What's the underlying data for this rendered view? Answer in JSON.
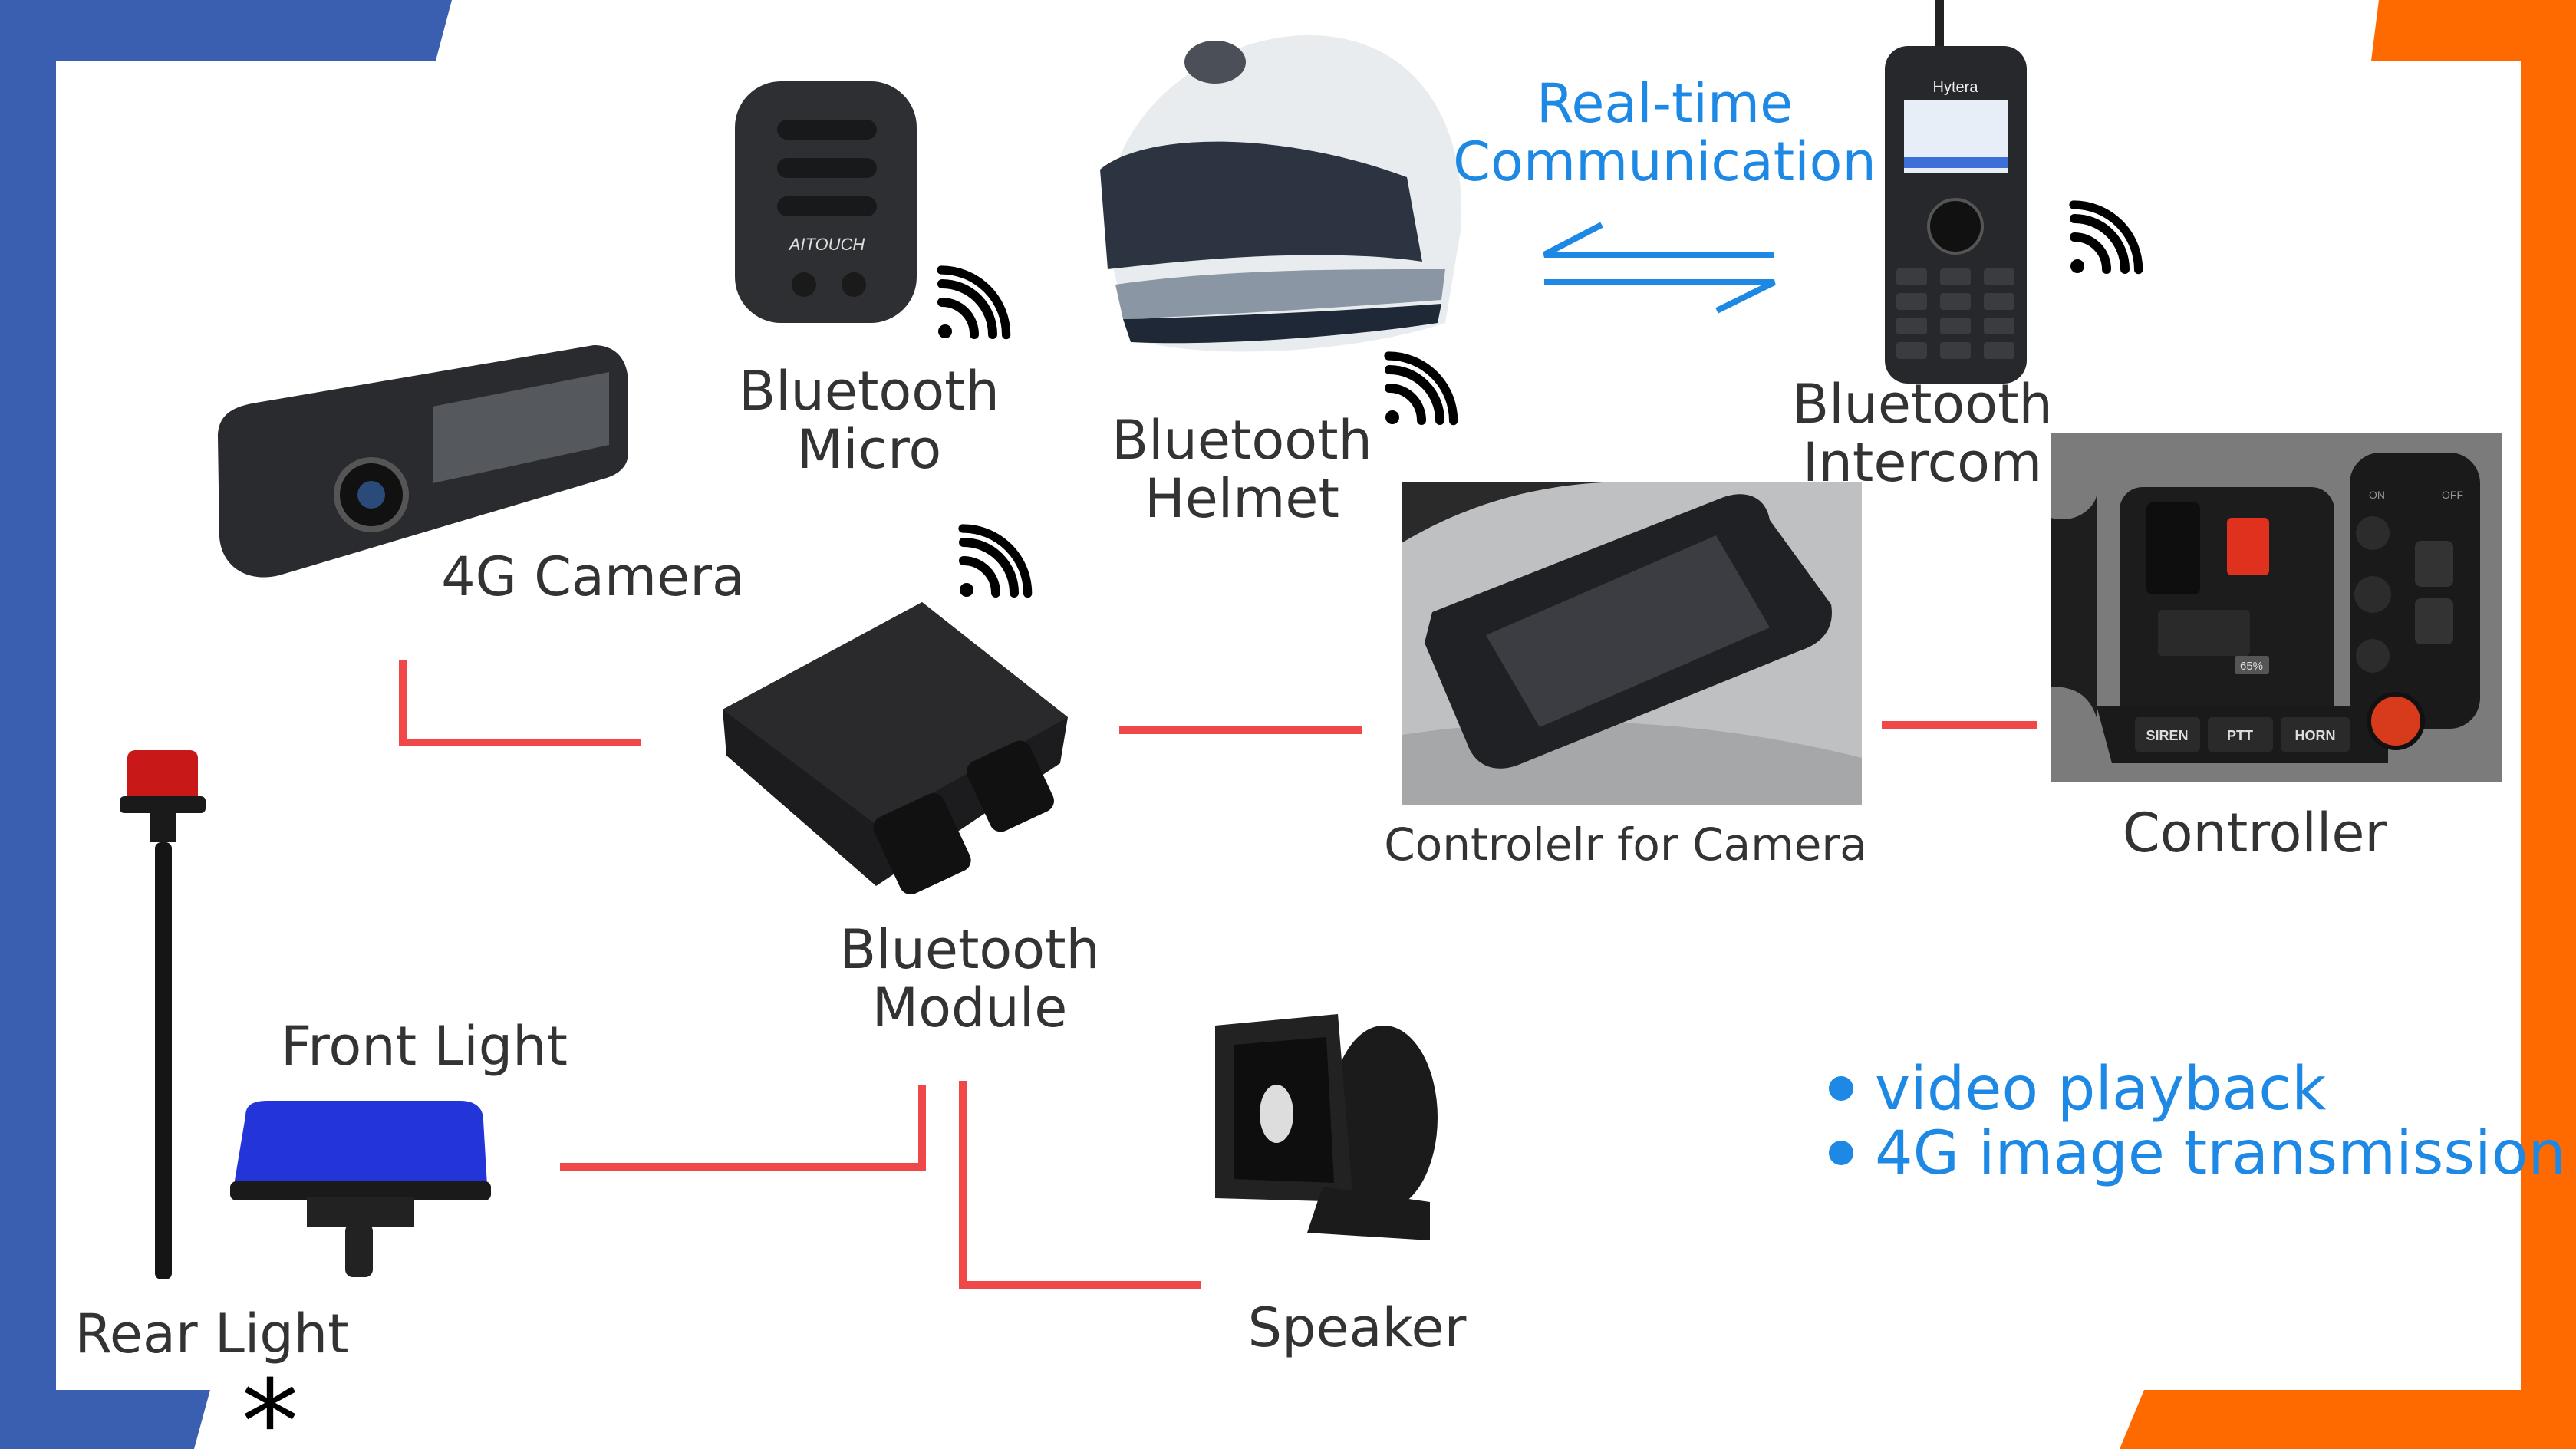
{
  "labels": {
    "micro": [
      "Bluetooth",
      "Micro"
    ],
    "helmet": [
      "Bluetooth",
      "Helmet"
    ],
    "realtime": [
      "Real-time",
      "Communication"
    ],
    "intercom": [
      "Bluetooth",
      "Intercom"
    ],
    "camera": "4G Camera",
    "controller_for_camera": "Controlelr for Camera",
    "controller": "Controller",
    "module": [
      "Bluetooth",
      "Module"
    ],
    "front_light": "Front Light",
    "rear_light": "Rear Light",
    "speaker": "Speaker",
    "asterisk": "*"
  },
  "features": [
    "video playback",
    "4G image transmission"
  ],
  "product_text": {
    "mic_brand": "AITOUCH",
    "radio_brand": "Hytera",
    "controller_buttons": [
      "SIREN",
      "PTT",
      "HORN"
    ],
    "controller_level": "65%",
    "switch_on": "ON",
    "switch_off": "OFF"
  },
  "colors": {
    "frame_blue": "#3a5fb0",
    "frame_orange": "#ff6a00",
    "connector_red": "#f04848",
    "accent_blue": "#1e88e5"
  }
}
